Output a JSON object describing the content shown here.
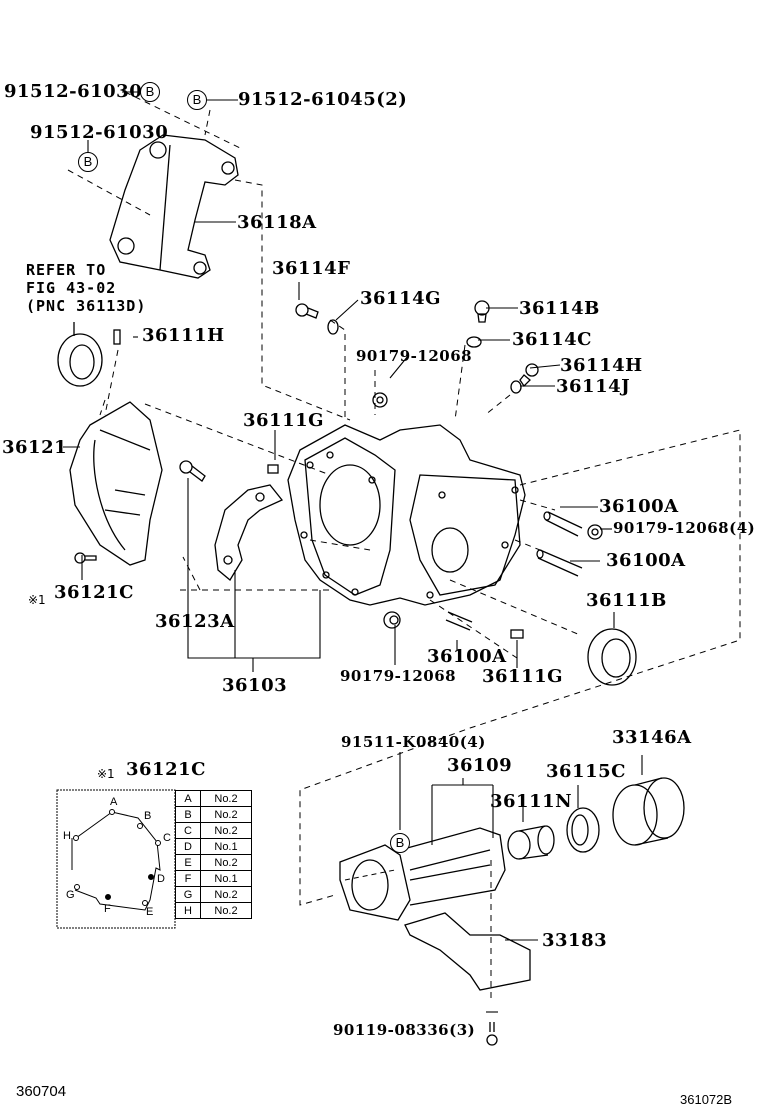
{
  "diagram": {
    "title_code": "360704",
    "figure_code": "361072B",
    "labels": {
      "p91512_61030_top": "91512-61030",
      "p91512_61045": "91512-61045(2)",
      "p91512_61030_mid": "91512-61030",
      "p36118A": "36118A",
      "refer_note": "REFER TO\nFIG 43-02\n(PNC 36113D)",
      "p36111H": "36111H",
      "p36114F": "36114F",
      "p36114G": "36114G",
      "p36114B": "36114B",
      "p36114C": "36114C",
      "p90179_12068_top": "90179-12068",
      "p36114H": "36114H",
      "p36114J": "36114J",
      "p36121": "36121",
      "p36111G_left": "36111G",
      "p36100A_1": "36100A",
      "p90179_12068_4": "90179-12068(4)",
      "p36100A_2": "36100A",
      "p36121C": "36121C",
      "asterisk_mark": "※1",
      "p36123A": "36123A",
      "p36111B": "36111B",
      "p36100A_3": "36100A",
      "p36103": "36103",
      "p90179_12068_bottom": "90179-12068",
      "p36111G_right": "36111G",
      "p91511_K0840": "91511-K0840(4)",
      "p36109": "36109",
      "p33146A": "33146A",
      "p36115C": "36115C",
      "p36111N": "36111N",
      "p33183": "33183",
      "p90119_08336": "90119-08336(3)",
      "bolt_marker": "B"
    },
    "detail_inset": {
      "title_mark": "※1",
      "title": "36121C",
      "points": [
        "A",
        "B",
        "C",
        "D",
        "E",
        "F",
        "G",
        "H"
      ],
      "table": [
        {
          "pos": "A",
          "bolt": "No.2"
        },
        {
          "pos": "B",
          "bolt": "No.2"
        },
        {
          "pos": "C",
          "bolt": "No.2"
        },
        {
          "pos": "D",
          "bolt": "No.1"
        },
        {
          "pos": "E",
          "bolt": "No.2"
        },
        {
          "pos": "F",
          "bolt": "No.1"
        },
        {
          "pos": "G",
          "bolt": "No.2"
        },
        {
          "pos": "H",
          "bolt": "No.2"
        }
      ]
    }
  }
}
